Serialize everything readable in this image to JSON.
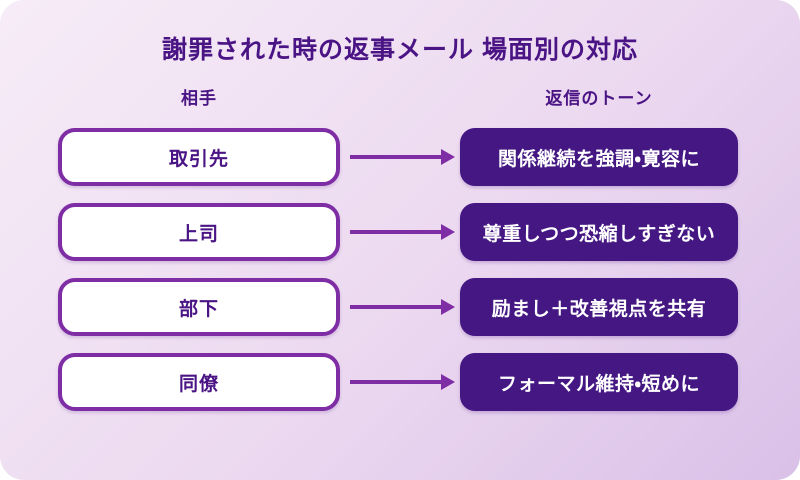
{
  "title": "謝罪された時の返事メール 場面別の対応",
  "columns": {
    "left": "相手",
    "right": "返信のトーン"
  },
  "rows": [
    {
      "partner": "取引先",
      "tone": "関係継続を強調・寛容に"
    },
    {
      "partner": "上司",
      "tone": "尊重しつつ恐縮しすぎない"
    },
    {
      "partner": "部下",
      "tone": "励まし＋改善視点を共有"
    },
    {
      "partner": "同僚",
      "tone": "フォーマル維持・短めに"
    }
  ],
  "icons": {
    "connector": "arrow-right"
  },
  "colors": {
    "bg-start": "#f6ecf7",
    "bg-end": "#d9c0e8",
    "accent-dark": "#441783",
    "accent-mid": "#7e2da4",
    "text-dark": "#4a1485",
    "box-white": "#ffffff"
  }
}
